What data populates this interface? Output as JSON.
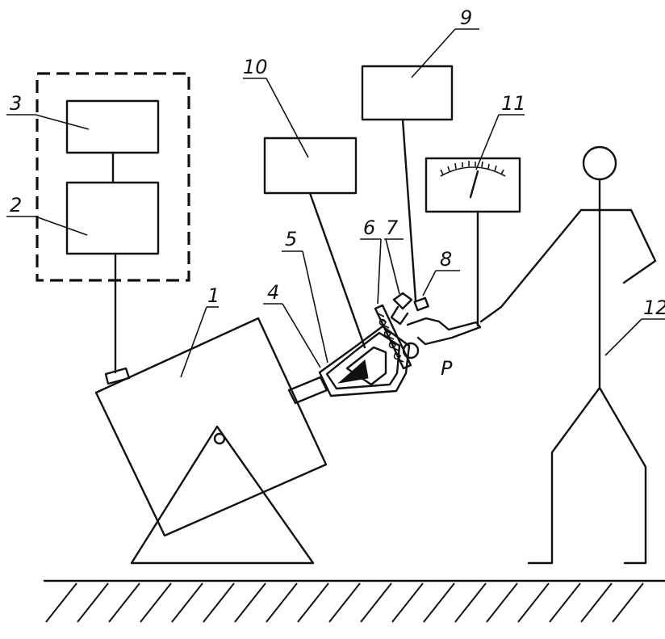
{
  "labels": {
    "n1": "1",
    "n2": "2",
    "n3": "3",
    "n4": "4",
    "n5": "5",
    "n6": "6",
    "n7": "7",
    "n8": "8",
    "n9": "9",
    "n10": "10",
    "n11": "11",
    "n12": "12",
    "p": "P"
  }
}
